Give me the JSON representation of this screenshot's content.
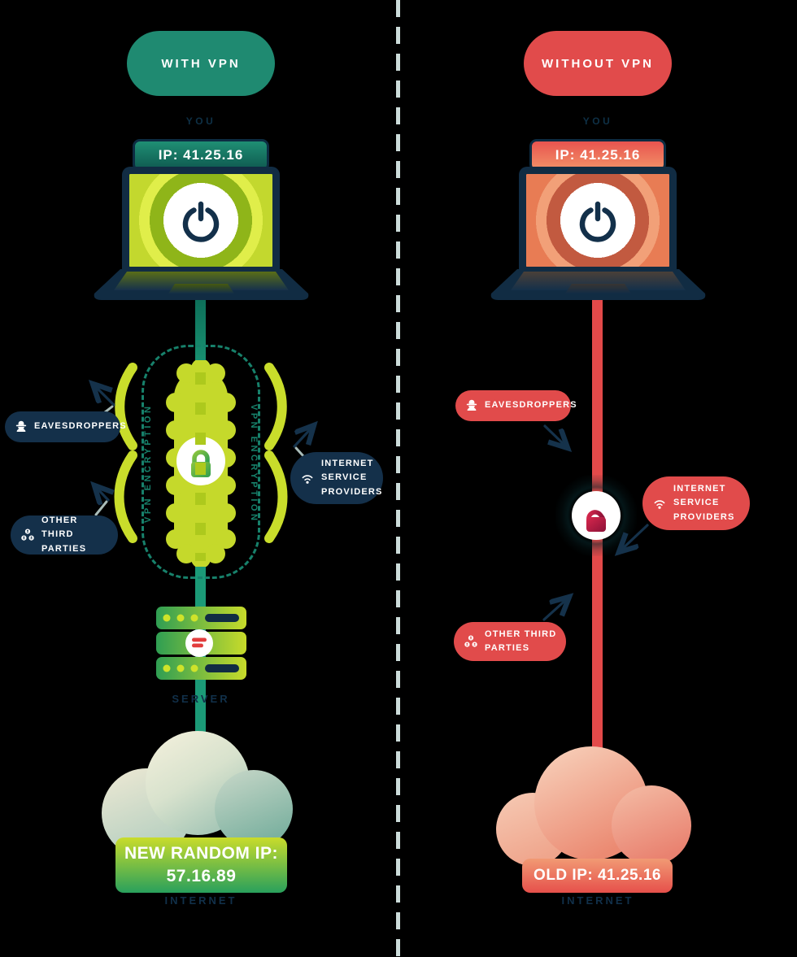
{
  "colors": {
    "teal": "#1f8a71",
    "lime": "#c5d92b",
    "navy": "#14304a",
    "red": "#e14b4b",
    "salmon": "#ee946c",
    "green": "#29a05c",
    "divider": "#ccdcda"
  },
  "left_panel": {
    "header": "WITH VPN",
    "you_label": "YOU",
    "ip_badge": "IP: 41.25.16",
    "tunnel_label": "VPN ENCRYPTION",
    "eavesdroppers": "EAVESDROPPERS",
    "other_third_parties": "OTHER THIRD\nPARTIES",
    "isp": "INTERNET\nSERVICE\nPROVIDERS",
    "server_label": "SERVER",
    "cloud_band": "NEW RANDOM IP:\n57.16.89",
    "internet_label": "INTERNET"
  },
  "right_panel": {
    "header": "WITHOUT VPN",
    "you_label": "YOU",
    "ip_badge": "IP: 41.25.16",
    "eavesdroppers": "EAVESDROPPERS",
    "other_third_parties": "OTHER THIRD\nPARTIES",
    "isp": "INTERNET\nSERVICE\nPROVIDERS",
    "cloud_band": "OLD IP: 41.25.16",
    "internet_label": "INTERNET"
  }
}
